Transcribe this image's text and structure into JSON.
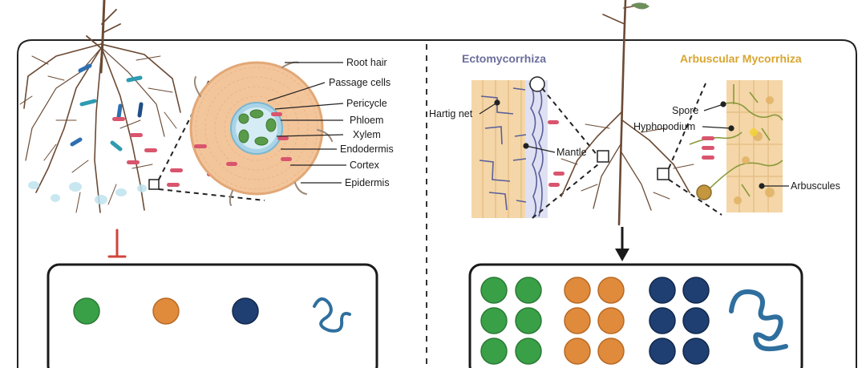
{
  "left_panel": {
    "cross_section_labels": [
      "Root hair",
      "Passage cells",
      "Pericycle",
      "Phloem",
      "Xylem",
      "Endodermis",
      "Cortex",
      "Epidermis"
    ]
  },
  "right_panel": {
    "ectomycorrhiza": {
      "title": "Ectomycorrhiza",
      "title_color": "#6c6e9c",
      "labels": [
        "Hartig net",
        "Mantle"
      ]
    },
    "arbuscular": {
      "title": "Arbuscular Mycorrhiza",
      "title_color": "#d9a52f",
      "labels": [
        "Spore",
        "Hyphopodium",
        "Arbuscules"
      ]
    }
  },
  "nutrient_boxes": {
    "colors": {
      "green": "#3aa047",
      "orange": "#e08a3c",
      "navy": "#1f3f73",
      "strand": "#2f6f9e"
    },
    "left": {
      "counts": [
        1,
        1,
        1
      ],
      "effect": "inhibited"
    },
    "right": {
      "counts": [
        6,
        6,
        6
      ],
      "effect": "promoted"
    }
  },
  "colors": {
    "root": "#6b4a34",
    "cortex": "#f3c59b",
    "cortex_edge": "#e2a877",
    "fungal_hyphae": "#5a5f9a",
    "cell_marker": "#d9556e"
  }
}
